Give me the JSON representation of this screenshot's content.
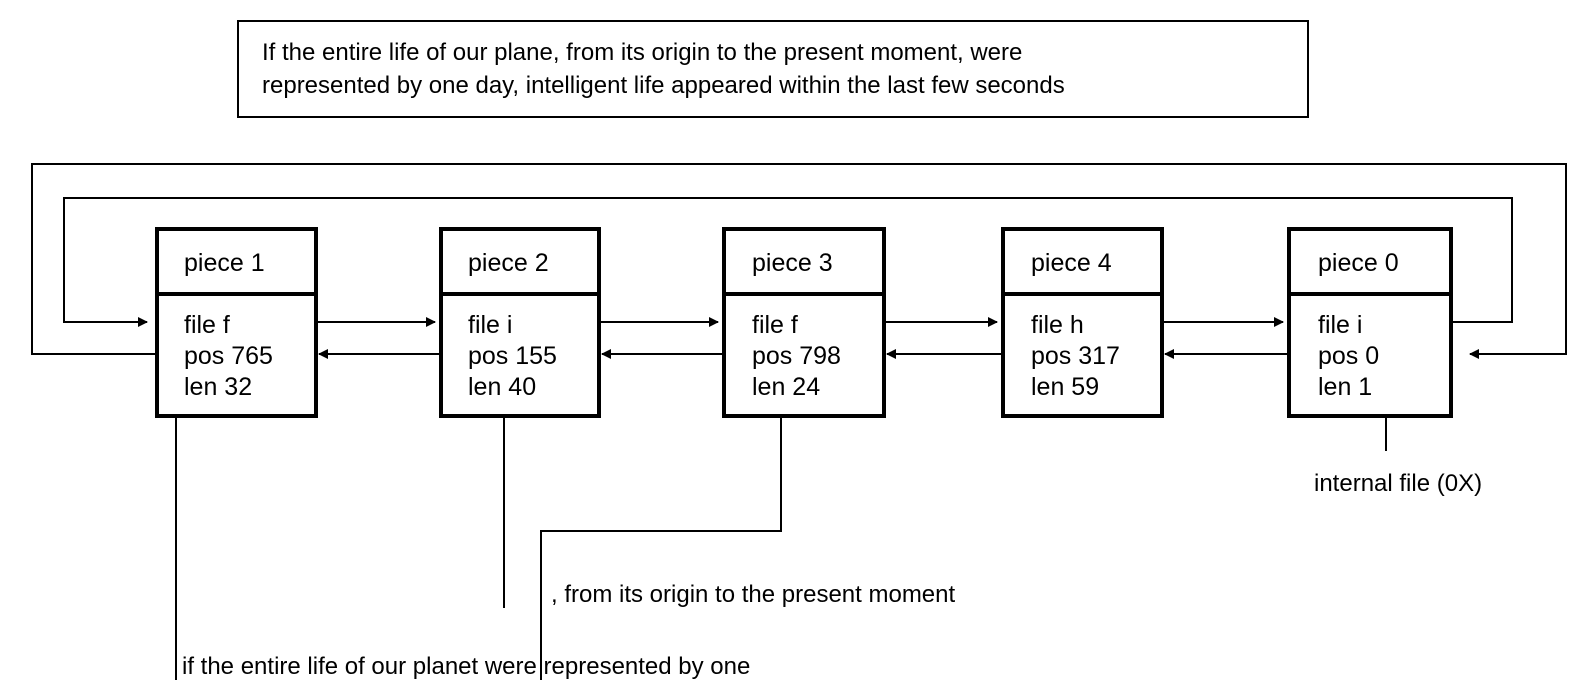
{
  "summary_box": {
    "line1": "If the entire life of our plane, from its origin to the present moment, were",
    "line2": "represented by one day, intelligent life appeared within the last few seconds"
  },
  "pieces": [
    {
      "title": "piece 1",
      "file": "file f",
      "pos": "pos 765",
      "len": "len 32"
    },
    {
      "title": "piece 2",
      "file": "file i",
      "pos": "pos 155",
      "len": "len 40"
    },
    {
      "title": "piece 3",
      "file": "file f",
      "pos": "pos 798",
      "len": "len 24"
    },
    {
      "title": "piece 4",
      "file": "file h",
      "pos": "pos 317",
      "len": "len 59"
    },
    {
      "title": "piece 0",
      "file": "file i",
      "pos": "pos 0",
      "len": "len 1"
    }
  ],
  "labels": {
    "internal_file": "internal file (0X)",
    "piece3_text": ", from its origin to the present moment",
    "piece1_text": "if the entire life of our planet were represented by one"
  }
}
